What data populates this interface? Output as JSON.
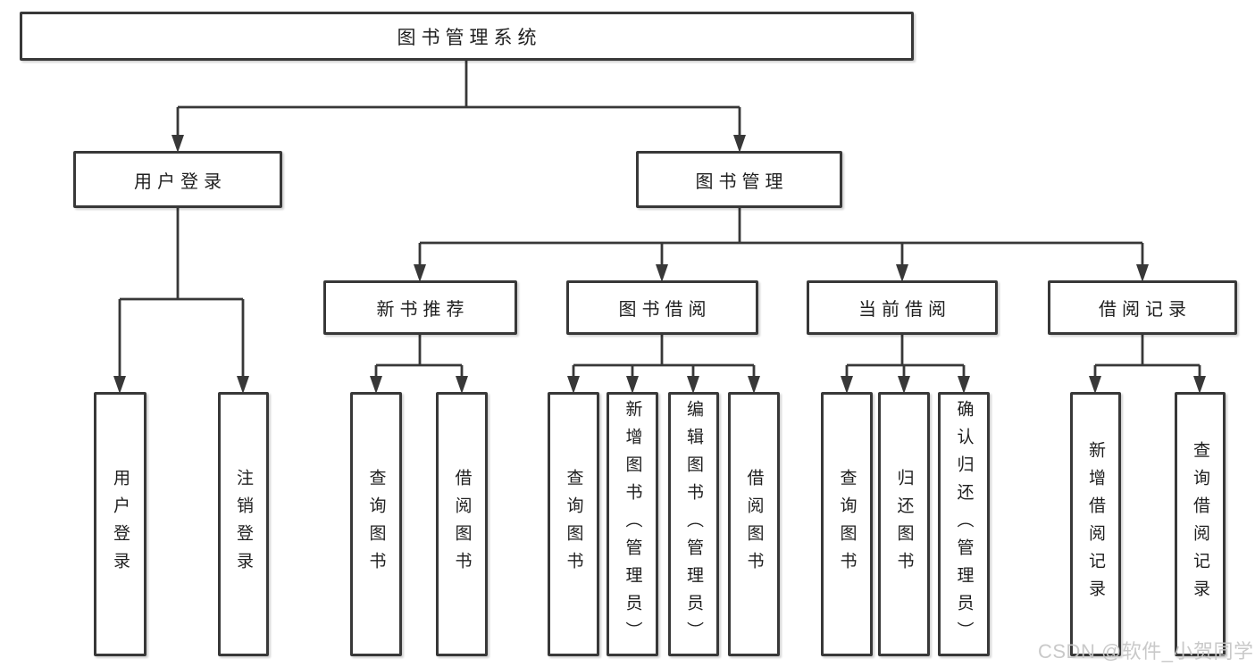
{
  "diagram_title": "图书管理系统",
  "nodes": {
    "root": {
      "label": "图书管理系统"
    },
    "level2": [
      {
        "label": "用户登录"
      },
      {
        "label": "图书管理"
      }
    ],
    "level3": [
      {
        "label": "新书推荐",
        "parent": "图书管理"
      },
      {
        "label": "图书借阅",
        "parent": "图书管理"
      },
      {
        "label": "当前借阅",
        "parent": "图书管理"
      },
      {
        "label": "借阅记录",
        "parent": "图书管理"
      }
    ],
    "leaves": [
      {
        "label": "用户登录",
        "parent": "用户登录"
      },
      {
        "label": "注销登录",
        "parent": "用户登录"
      },
      {
        "label": "查询图书",
        "parent": "新书推荐"
      },
      {
        "label": "借阅图书",
        "parent": "新书推荐"
      },
      {
        "label": "查询图书",
        "parent": "图书借阅"
      },
      {
        "label": "新增图书（管理员）",
        "parent": "图书借阅"
      },
      {
        "label": "编辑图书（管理员）",
        "parent": "图书借阅"
      },
      {
        "label": "借阅图书",
        "parent": "图书借阅"
      },
      {
        "label": "查询图书",
        "parent": "当前借阅"
      },
      {
        "label": "归还图书",
        "parent": "当前借阅"
      },
      {
        "label": "确认归还（管理员）",
        "parent": "当前借阅"
      },
      {
        "label": "新增借阅记录",
        "parent": "借阅记录"
      },
      {
        "label": "查询借阅记录",
        "parent": "借阅记录"
      }
    ]
  },
  "watermark": "CSDN @软件_小贺同学",
  "colors": {
    "line": "#383838",
    "box_border": "#383838",
    "text": "#1f1f1f",
    "watermark": "#c6c6c6",
    "background": "#ffffff"
  }
}
